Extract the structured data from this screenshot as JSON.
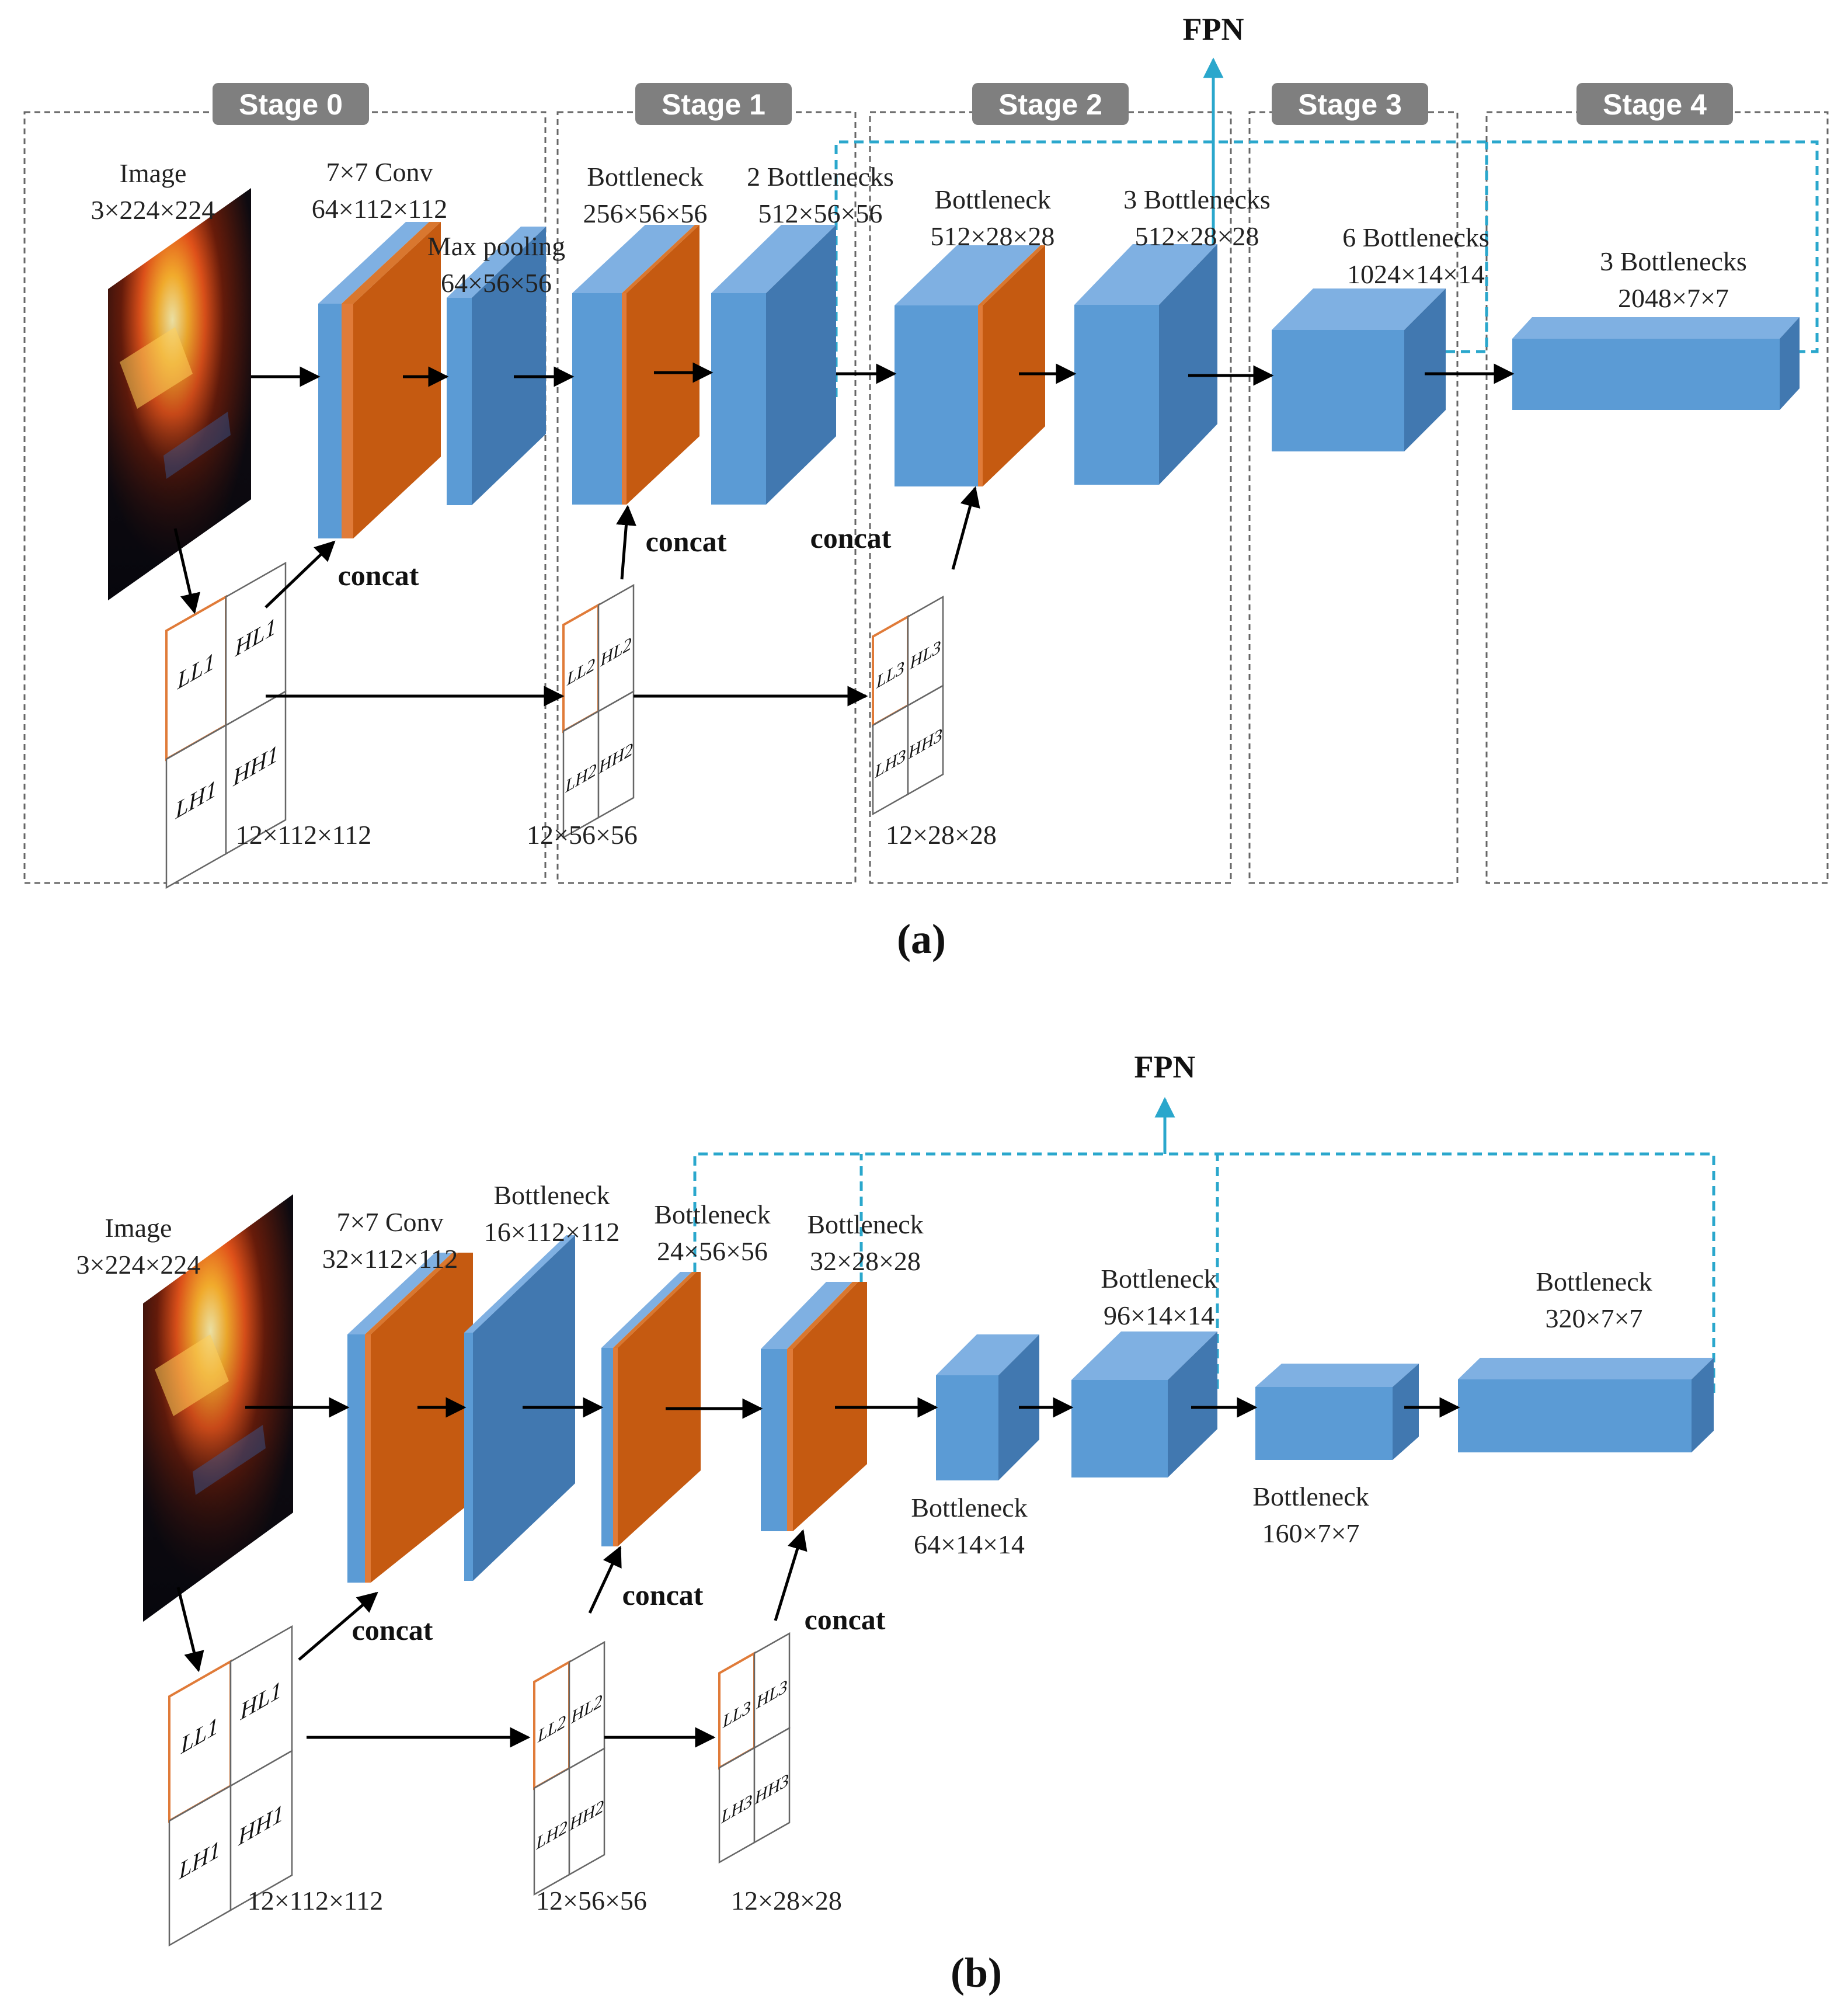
{
  "colors": {
    "block_front": "#5b9bd5",
    "block_top": "#7fb0e2",
    "block_side": "#4178b0",
    "conv_front": "#c55a11",
    "conv_top": "#d9772f",
    "conv_side": "#a04a0e",
    "fpn_line": "#2aa7cc",
    "stage_badge": "#7f7f7f",
    "wavelet_ll_border": "#e07b39"
  },
  "panel_a": {
    "caption": "(a)",
    "fpn": "FPN",
    "stages": [
      "Stage 0",
      "Stage 1",
      "Stage 2",
      "Stage 3",
      "Stage 4"
    ],
    "image": {
      "name": "Image",
      "dims": "3×224×224"
    },
    "conv": {
      "name": "7×7 Conv",
      "dims": "64×112×112"
    },
    "maxpool": {
      "name": "Max pooling",
      "dims": "64×56×56"
    },
    "bottleneck1": {
      "name": "Bottleneck",
      "dims": "256×56×56"
    },
    "bottleneck2": {
      "name": "2 Bottlenecks",
      "dims": "512×56×56"
    },
    "bottleneck3": {
      "name": "Bottleneck",
      "dims": "512×28×28"
    },
    "bottleneck4": {
      "name": "3 Bottlenecks",
      "dims": "512×28×28"
    },
    "bottleneck5": {
      "name": "6 Bottlenecks",
      "dims": "1024×14×14"
    },
    "bottleneck6": {
      "name": "3 Bottlenecks",
      "dims": "2048×7×7"
    },
    "concat": "concat",
    "wavelet1": {
      "ll": "LL1",
      "hl": "HL1",
      "lh": "LH1",
      "hh": "HH1",
      "dims": "12×112×112"
    },
    "wavelet2": {
      "ll": "LL2",
      "hl": "HL2",
      "lh": "LH2",
      "hh": "HH2",
      "dims": "12×56×56"
    },
    "wavelet3": {
      "ll": "LL3",
      "hl": "HL3",
      "lh": "LH3",
      "hh": "HH3",
      "dims": "12×28×28"
    }
  },
  "panel_b": {
    "caption": "(b)",
    "fpn": "FPN",
    "image": {
      "name": "Image",
      "dims": "3×224×224"
    },
    "conv": {
      "name": "7×7 Conv",
      "dims": "32×112×112"
    },
    "b1": {
      "name": "Bottleneck",
      "dims": "16×112×112"
    },
    "b2": {
      "name": "Bottleneck",
      "dims": "24×56×56"
    },
    "b3": {
      "name": "Bottleneck",
      "dims": "32×28×28"
    },
    "b4": {
      "name": "Bottleneck",
      "dims": "64×14×14"
    },
    "b5": {
      "name": "Bottleneck",
      "dims": "96×14×14"
    },
    "b6": {
      "name": "Bottleneck",
      "dims": "160×7×7"
    },
    "b7": {
      "name": "Bottleneck",
      "dims": "320×7×7"
    },
    "concat": "concat",
    "wavelet1": {
      "ll": "LL1",
      "hl": "HL1",
      "lh": "LH1",
      "hh": "HH1",
      "dims": "12×112×112"
    },
    "wavelet2": {
      "ll": "LL2",
      "hl": "HL2",
      "lh": "LH2",
      "hh": "HH2",
      "dims": "12×56×56"
    },
    "wavelet3": {
      "ll": "LL3",
      "hl": "HL3",
      "lh": "LH3",
      "hh": "HH3",
      "dims": "12×28×28"
    }
  }
}
